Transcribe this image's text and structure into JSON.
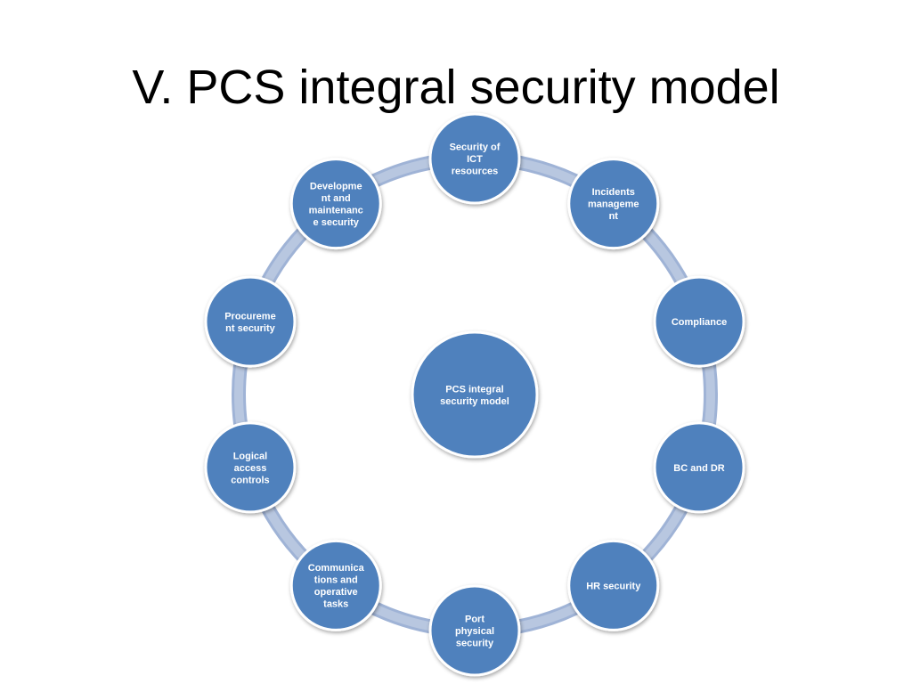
{
  "title": "V. PCS integral security model",
  "diagram": {
    "center": {
      "lines": [
        "PCS integral",
        "security model"
      ]
    },
    "nodes": [
      {
        "key": "security-of-ict-resources",
        "lines": [
          "Security of",
          "ICT",
          "resources"
        ]
      },
      {
        "key": "incidents-management",
        "lines": [
          "Incidents",
          "manageme",
          "nt"
        ]
      },
      {
        "key": "compliance",
        "lines": [
          "Compliance"
        ]
      },
      {
        "key": "bc-and-dr",
        "lines": [
          "BC and DR"
        ]
      },
      {
        "key": "hr-security",
        "lines": [
          "HR security"
        ]
      },
      {
        "key": "port-physical-security",
        "lines": [
          "Port",
          "physical",
          "security"
        ]
      },
      {
        "key": "communications-and-operative-tasks",
        "lines": [
          "Communica",
          "tions and",
          "operative",
          "tasks"
        ]
      },
      {
        "key": "logical-access-controls",
        "lines": [
          "Logical",
          "access",
          "controls"
        ]
      },
      {
        "key": "procurement-security",
        "lines": [
          "Procureme",
          "nt security"
        ]
      },
      {
        "key": "development-and-maintenance-security",
        "lines": [
          "Developme",
          "nt and",
          "maintenanc",
          "e security"
        ]
      }
    ]
  },
  "colors": {
    "node_fill": "#4f81bd",
    "node_stroke": "#ffffff",
    "ring": "#b8c7e0",
    "label": "#ffffff"
  }
}
